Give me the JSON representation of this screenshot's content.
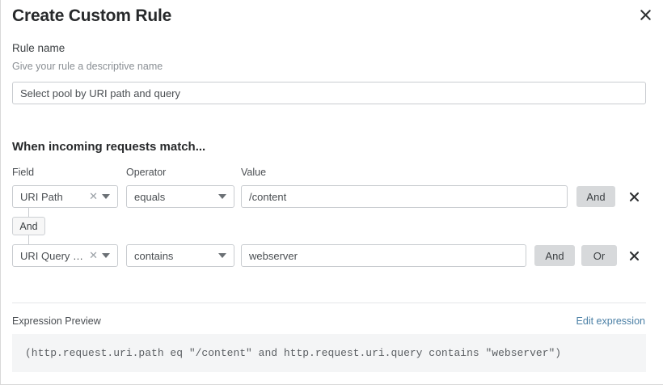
{
  "dialog": {
    "title": "Create Custom Rule",
    "close_icon": "close-icon"
  },
  "rule_name": {
    "label": "Rule name",
    "help_text": "Give your rule a descriptive name",
    "value": "Select pool by URI path and query",
    "placeholder": ""
  },
  "match_section": {
    "heading": "When incoming requests match...",
    "columns": {
      "field": "Field",
      "operator": "Operator",
      "value": "Value"
    },
    "connector": {
      "label": "And"
    },
    "rows": [
      {
        "field": "URI Path",
        "field_clear_icon": "clear-icon",
        "field_caret_icon": "chevron-down-icon",
        "operator": "equals",
        "operator_caret_icon": "chevron-down-icon",
        "value": "/content",
        "buttons": [
          "And"
        ],
        "delete_icon": "close-icon"
      },
      {
        "field": "URI Query St...",
        "field_clear_icon": "clear-icon",
        "field_caret_icon": "chevron-down-icon",
        "operator": "contains",
        "operator_caret_icon": "chevron-down-icon",
        "value": "webserver",
        "buttons": [
          "And",
          "Or"
        ],
        "delete_icon": "close-icon"
      }
    ]
  },
  "expression_preview": {
    "label": "Expression Preview",
    "edit_link": "Edit expression",
    "expression": "(http.request.uri.path eq \"/content\" and http.request.uri.query contains \"webserver\")"
  },
  "colors": {
    "link": "#4a7fa5",
    "pill_background": "#d7d9db",
    "code_background": "#f4f5f6",
    "border": "#c9ccd0"
  }
}
